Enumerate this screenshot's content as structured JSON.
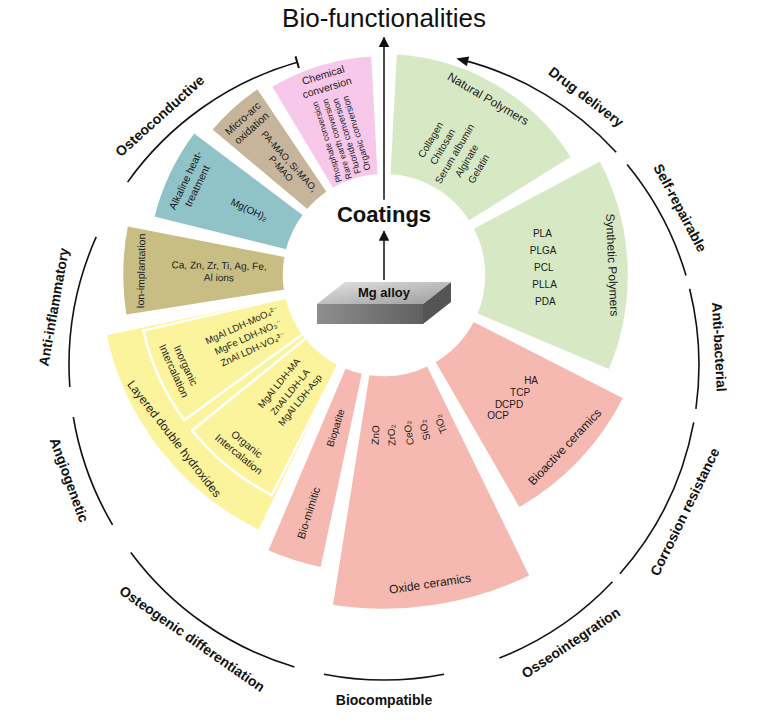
{
  "diagram": {
    "nodes": [
      {
        "text": [
          "Mg alloy"
        ]
      },
      {
        "text": [
          "Coatings"
        ]
      },
      {
        "text": [
          "Bio-functionalities"
        ]
      },
      {
        "text": [
          "Chemical conversion",
          "Phosphate conversion",
          "Rare earth conversion",
          "Fluoride conversion",
          "Organic conversion"
        ]
      },
      {
        "text": [
          "Natural Polymers",
          "Collagen",
          "Chitosan",
          "Serum albumin",
          "Alginate",
          "Gelatin"
        ]
      },
      {
        "text": [
          "Synthetic Polymers",
          "PLA",
          "PLGA",
          "PCL",
          "PLLA",
          "PDA"
        ]
      },
      {
        "text": [
          "Bioactive ceramics",
          "HA",
          "TCP",
          "DCPD",
          "OCP"
        ]
      },
      {
        "text": [
          "Oxide ceramics",
          "ZnO",
          "ZrO₂",
          "CeO₂",
          "SiO₂",
          "TiO₂"
        ]
      },
      {
        "text": [
          "Bio-mimitic",
          "Biopatite"
        ]
      },
      {
        "text": [
          "Layered double hydroxides"
        ]
      },
      {
        "text": [
          "Organic Intercalation",
          "MgAl LDH-MA",
          "ZnAl LDH-LA",
          "MgAl LDH-Asp"
        ],
        "in": 9
      },
      {
        "text": [
          "Inorganic Intercalation",
          "MgAl LDH-MoO₄²⁻",
          "MgFe LDH-NO₃⁻",
          "ZnAl LDH-VO₄³⁻"
        ],
        "in": 9
      },
      {
        "text": [
          "Ion-implantation",
          "Ca, Zn, Zr, Ti, Ag, Fe, Al ions"
        ]
      },
      {
        "text": [
          "Alkaline heat-treatment",
          "Mg(OH)₂"
        ]
      },
      {
        "text": [
          "Micro-arc oxidation",
          "PA-MAO, Si-MAO, P-MAO"
        ]
      }
    ],
    "edges": [
      {
        "from": 0,
        "to": 1,
        "arrow": "to"
      },
      {
        "from": 1,
        "to": 2,
        "arrow": "to"
      }
    ],
    "labels": [
      "Osteoconductive",
      "Drug delivery",
      "Self-repairable",
      "Anti-bacterial",
      "Corrosion resistance",
      "Osseointegration",
      "Biocompatible",
      "Osteogenic differentiation",
      "Angiogenetic",
      "Anti-inflammatory"
    ]
  }
}
